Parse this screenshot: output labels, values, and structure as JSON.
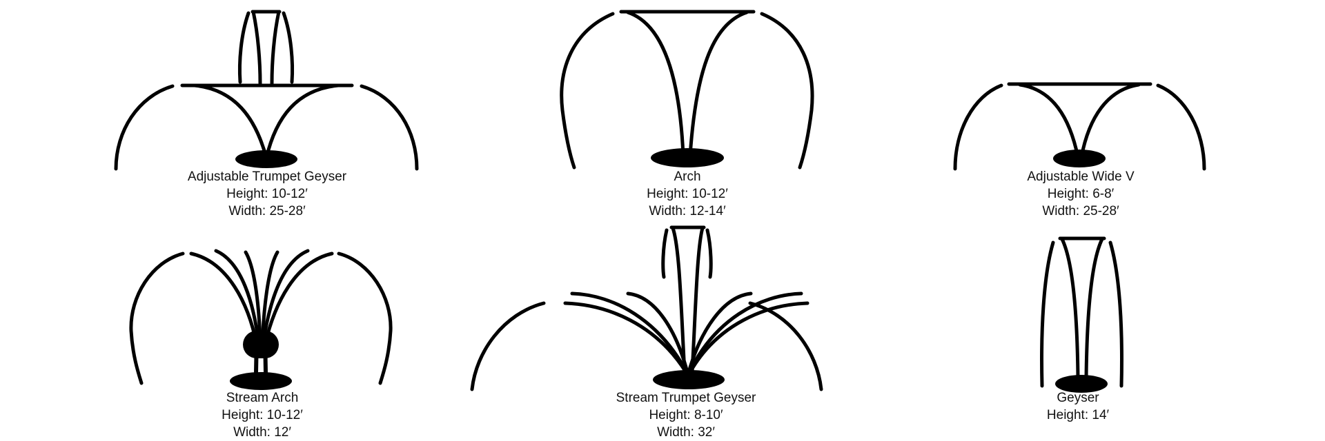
{
  "diagram": {
    "type": "fountain spray pattern reference sheet",
    "stroke_color": "#000000",
    "background": "#ffffff"
  },
  "patterns": [
    {
      "name": "Adjustable Trumpet Geyser",
      "height": "Height: 10-12′",
      "width": "Width: 25-28′"
    },
    {
      "name": "Arch",
      "height": "Height: 10-12′",
      "width": "Width: 12-14′"
    },
    {
      "name": "Adjustable Wide V",
      "height": "Height: 6-8′",
      "width": "Width: 25-28′"
    },
    {
      "name": "Stream Arch",
      "height": "Height: 10-12′",
      "width": "Width: 12′"
    },
    {
      "name": "Stream Trumpet Geyser",
      "height": "Height: 8-10′",
      "width": "Width: 32′"
    },
    {
      "name": "Geyser",
      "height": "Height: 14′"
    }
  ]
}
